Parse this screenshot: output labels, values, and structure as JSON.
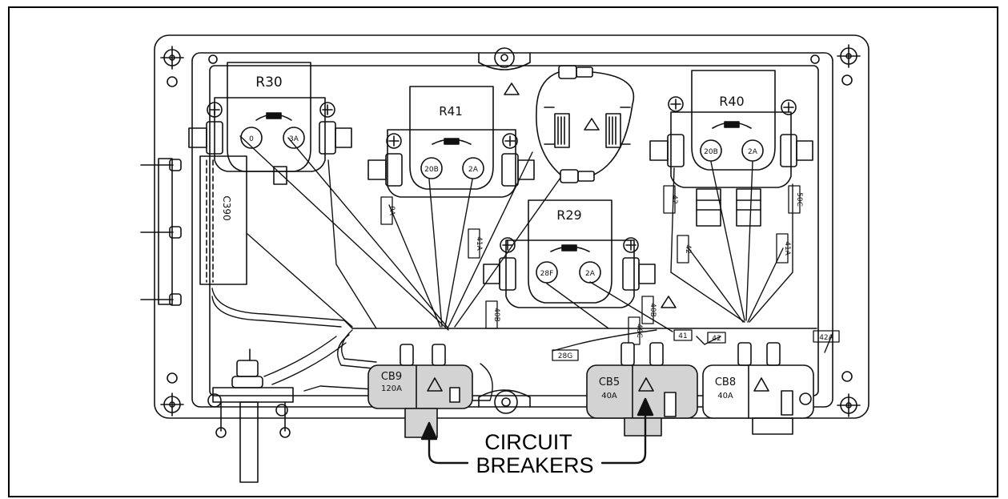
{
  "relays": [
    {
      "name": "R30",
      "term_left": "0",
      "term_right": "3A"
    },
    {
      "name": "R41",
      "term_left": "20B",
      "term_right": "2A"
    },
    {
      "name": "R40",
      "term_left": "20B",
      "term_right": "2A"
    },
    {
      "name": "R29",
      "term_left": "28F",
      "term_right": "2A"
    }
  ],
  "capacitor": {
    "label": "C390"
  },
  "wire_tags": {
    "w0A": "0A",
    "w41A": "41A",
    "w42": "42",
    "w42b": "42",
    "w41Ab": "41A",
    "w50C": "50C",
    "w40C": "40C",
    "w40B": "40B",
    "w40Bb": "40B",
    "w41": "41",
    "w42c": "42",
    "w42A": "42A",
    "w28": "28G"
  },
  "breakers": [
    {
      "name": "CB9",
      "rating": "120A"
    },
    {
      "name": "CB5",
      "rating": "40A"
    },
    {
      "name": "CB8",
      "rating": "40A"
    }
  ],
  "callout": {
    "line1": "CIRCUIT",
    "line2": "BREAKERS"
  },
  "colors": {
    "line": "#111111",
    "breaker_fill": "#d3d3d3"
  }
}
